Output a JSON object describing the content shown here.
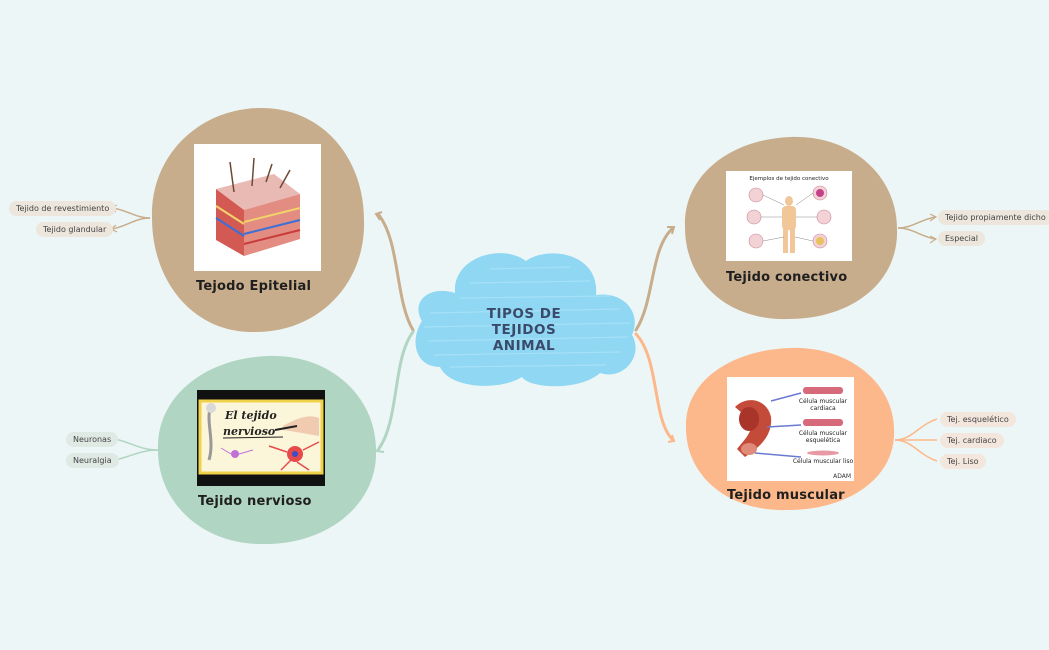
{
  "central": {
    "lines": [
      "TIPOS DE",
      "TEJIDOS",
      "ANIMAL"
    ]
  },
  "nodes": [
    {
      "id": "epitelial",
      "title": "Tejodo Epitelial",
      "color": "#c8ad8c",
      "children": [
        "Tejido de revestimiento",
        "Tejido glandular"
      ]
    },
    {
      "id": "nervioso",
      "title": "Tejido nervioso",
      "color": "#b0d5c3",
      "children": [
        "Neuronas",
        "Neuralgia"
      ],
      "image_text": [
        "El tejido",
        "nervioso"
      ]
    },
    {
      "id": "conectivo",
      "title": "Tejido conectivo",
      "color": "#c8ad8c",
      "children": [
        "Tejido propiamente dicho",
        "Especial"
      ],
      "image_text": [
        "Ejemplos de tejido conectivo"
      ]
    },
    {
      "id": "muscular",
      "title": "Tejido muscular",
      "color": "#fcb88a",
      "children": [
        "Tej. esquelético",
        "Tej. cardiaco",
        "Tej. Liso"
      ],
      "image_text": [
        "Célula muscular",
        "cardiaca",
        "Célula muscular",
        "esquelética",
        "Célula muscular liso",
        "ADAM"
      ]
    }
  ],
  "colors": {
    "background": "#edf6f6",
    "cloud": "#8fd7f2",
    "title": "#3a4a6b"
  }
}
